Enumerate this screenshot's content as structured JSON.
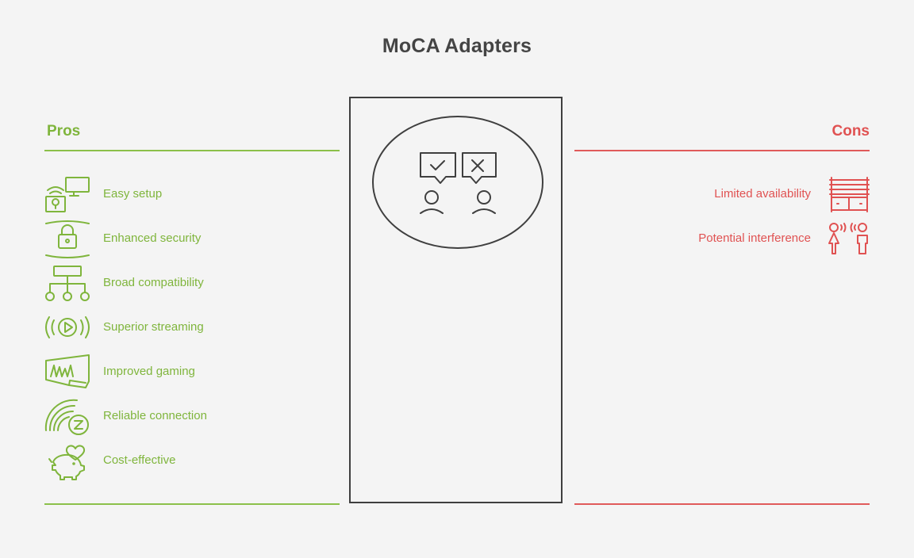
{
  "title": "MoCA Adapters",
  "pros": {
    "heading": "Pros",
    "items": [
      {
        "label": "Easy setup",
        "icon": "wifi-monitor-icon"
      },
      {
        "label": "Enhanced security",
        "icon": "padlock-icon"
      },
      {
        "label": "Broad compatibility",
        "icon": "network-tree-icon"
      },
      {
        "label": "Superior streaming",
        "icon": "streaming-play-icon"
      },
      {
        "label": "Improved gaming",
        "icon": "gaming-chart-icon"
      },
      {
        "label": "Reliable connection",
        "icon": "signal-sleep-icon"
      },
      {
        "label": "Cost-effective",
        "icon": "piggy-bank-heart-icon"
      }
    ]
  },
  "cons": {
    "heading": "Cons",
    "items": [
      {
        "label": "Limited availability",
        "icon": "empty-shelf-icon"
      },
      {
        "label": "Potential interference",
        "icon": "people-signal-icon"
      }
    ]
  },
  "colors": {
    "pros": "#7fb53c",
    "cons": "#e05252",
    "text": "#444444",
    "frame": "#3f3f3f"
  },
  "center_icon": "debate-people-icon"
}
